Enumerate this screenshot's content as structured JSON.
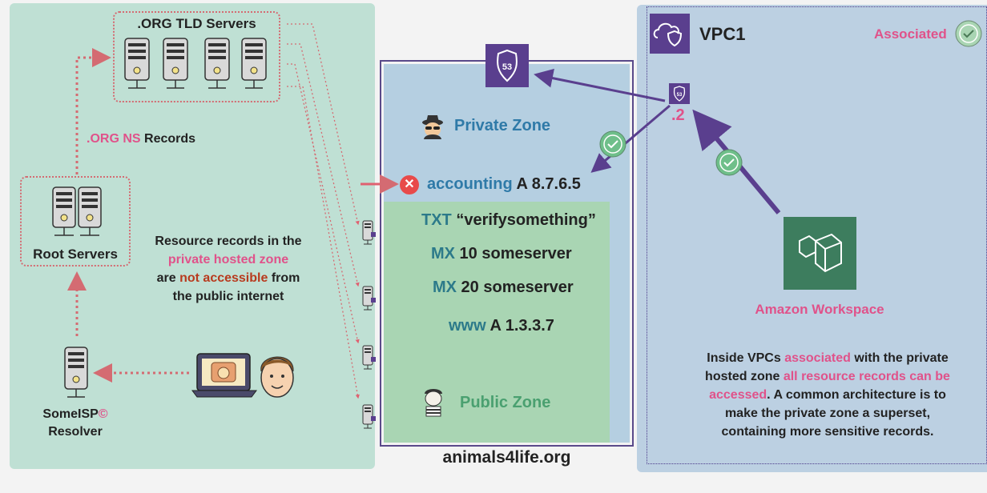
{
  "left": {
    "tld_title": ".ORG TLD Servers",
    "ns_records_pink": ".ORG NS",
    "ns_records_rest": " Records",
    "root_label": "Root Servers",
    "resolver_line1": "SomeISP",
    "resolver_copyright": "©",
    "resolver_line2": "Resolver",
    "note_line1": "Resource records in the",
    "note_line2": "private hosted zone",
    "note_line3_a": "are ",
    "note_line3_b": "not accessible",
    "note_line3_c": " from",
    "note_line4": "the public internet"
  },
  "center": {
    "private_zone_label": "Private Zone",
    "public_zone_label": "Public Zone",
    "record_accounting_name": "accounting",
    "record_accounting_value": " A 8.7.6.5",
    "record_txt_type": "TXT",
    "record_txt_value": " “verifysomething”",
    "record_mx1_type": "MX",
    "record_mx1_value": " 10 someserver",
    "record_mx2_type": "MX",
    "record_mx2_value": " 20 someserver",
    "record_www_type": "www",
    "record_www_value": " A 1.3.3.7",
    "domain": "animals4life.org",
    "route53_number": "53"
  },
  "vpc": {
    "title": "VPC1",
    "associated": "Associated",
    "resolver_ip": ".2",
    "resolver_icon_number": "53",
    "workspace_label": "Amazon Workspace",
    "note_line1_a": "Inside VPCs ",
    "note_line1_b": "associated",
    "note_line1_c": " with the private",
    "note_line2_a": "hosted zone ",
    "note_line2_b": "all resource records can be",
    "note_line3_a": "accessed",
    "note_line3_b": ". A common architecture is to",
    "note_line4": "make the private zone a superset,",
    "note_line5": "containing more sensitive records."
  },
  "colors": {
    "pink": "#e0528a",
    "purple": "#5a3f8e",
    "green_check": "#6fbf8a",
    "red_x": "#e84a4a",
    "workspace_green": "#3d7d5e"
  }
}
